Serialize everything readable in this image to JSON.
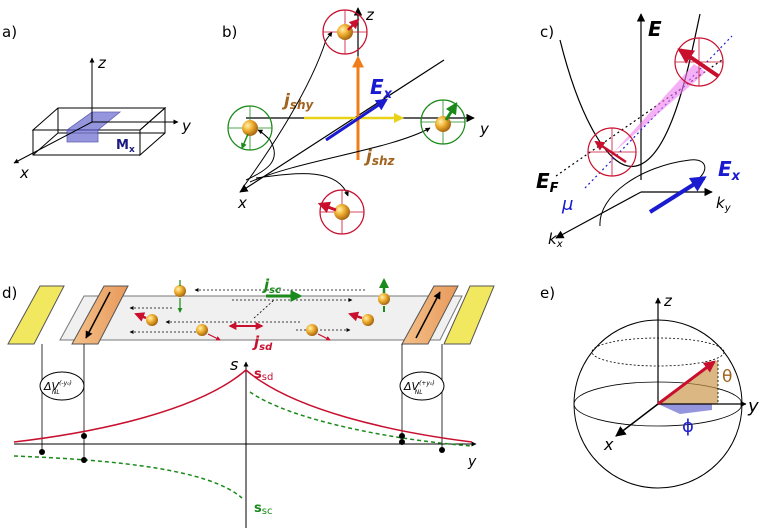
{
  "colors": {
    "red": "#c8102e",
    "blue": "#1a1ad0",
    "green": "#1a8a1a",
    "orange": "#f07c1a",
    "yellow": "#e8d21a",
    "violet": "#7b7bd6",
    "pink": "#f07cf0",
    "brown": "#a06420",
    "sphere_gold": "#e8a020"
  },
  "panels": {
    "a": {
      "label": "a)",
      "axis_z": "z",
      "axis_y": "y",
      "axis_x": "x",
      "magnetization": "M",
      "magnetization_sub": "x"
    },
    "b": {
      "label": "b)",
      "axis_z": "z",
      "axis_y": "y",
      "axis_x": "x",
      "field": "E",
      "field_sub": "x",
      "jshy": "j",
      "jshy_sub": "shy",
      "jshz": "j",
      "jshz_sub": "shz"
    },
    "c": {
      "label": "c)",
      "axis_E": "E",
      "fermi": "E",
      "fermi_sub": "F",
      "mu": "μ",
      "field": "E",
      "field_sub": "x",
      "ky": "k",
      "ky_sub": "y",
      "kx": "k",
      "kx_sub": "x"
    },
    "d": {
      "label": "d)",
      "jsc": "j",
      "jsc_sub": "sc",
      "jsd": "j",
      "jsd_sub": "sd",
      "s_axis": "s",
      "y_axis": "y",
      "ssd": "s",
      "ssd_sub": "sd",
      "ssc": "s",
      "ssc_sub": "sc",
      "dv_left": "ΔV",
      "dv_left_sub": "NL",
      "dv_left_sup": "(-y₀)",
      "dv_right": "ΔV",
      "dv_right_sub": "NL",
      "dv_right_sup": "(+y₀)"
    },
    "e": {
      "label": "e)",
      "axis_z": "z",
      "axis_y": "y",
      "axis_x": "x",
      "theta": "θ",
      "phi": "ϕ"
    }
  }
}
